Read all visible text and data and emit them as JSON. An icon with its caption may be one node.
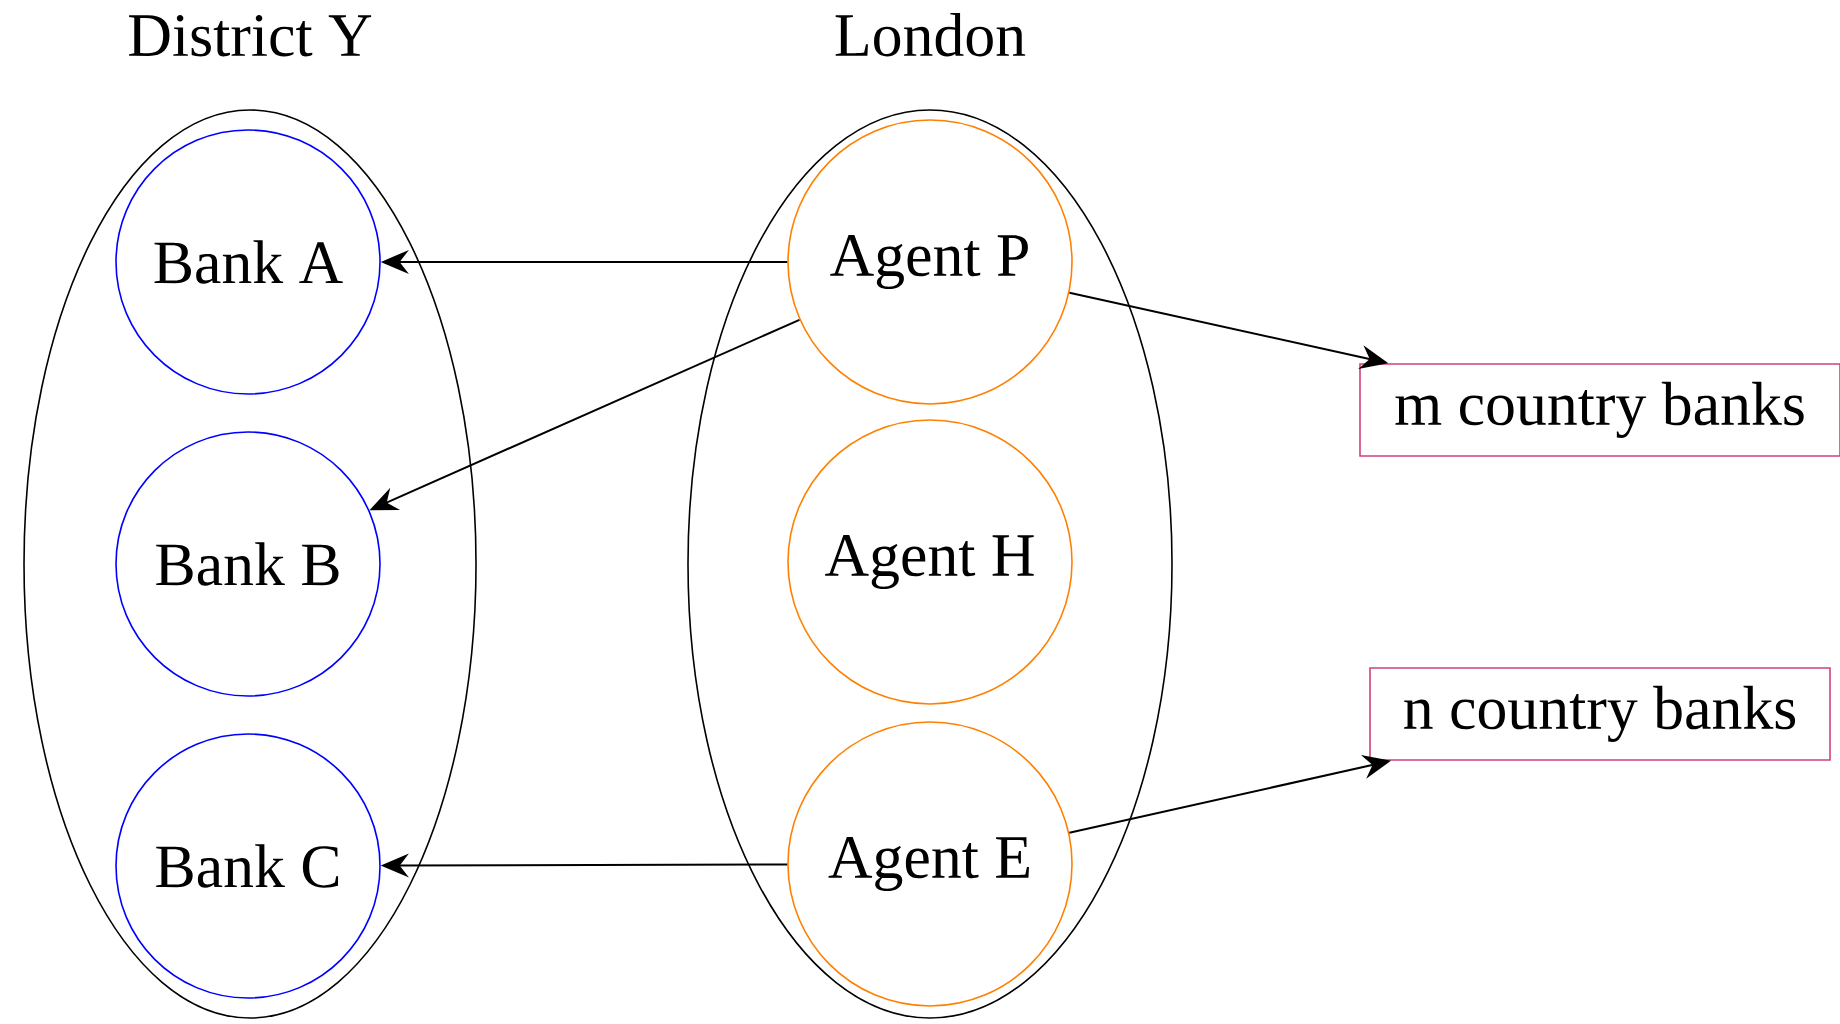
{
  "diagram": {
    "nodes": [
      {
        "text": [
          "District Y"
        ]
      },
      {
        "text": [
          "Bank A"
        ],
        "in": 0
      },
      {
        "text": [
          "Bank B"
        ],
        "in": 0
      },
      {
        "text": [
          "Bank C"
        ],
        "in": 0
      },
      {
        "text": [
          "London"
        ]
      },
      {
        "text": [
          "Agent P"
        ],
        "in": 4
      },
      {
        "text": [
          "Agent H"
        ],
        "in": 4
      },
      {
        "text": [
          "Agent E"
        ],
        "in": 4
      },
      {
        "text": [
          "m country banks"
        ]
      },
      {
        "text": [
          "n country banks"
        ]
      }
    ],
    "edges": [
      {
        "from": 5,
        "to": 1,
        "arrow": "to"
      },
      {
        "from": 5,
        "to": 2,
        "arrow": "to"
      },
      {
        "from": 7,
        "to": 3,
        "arrow": "to"
      },
      {
        "from": 5,
        "to": 8,
        "arrow": "to"
      },
      {
        "from": 7,
        "to": 9,
        "arrow": "to"
      }
    ]
  }
}
